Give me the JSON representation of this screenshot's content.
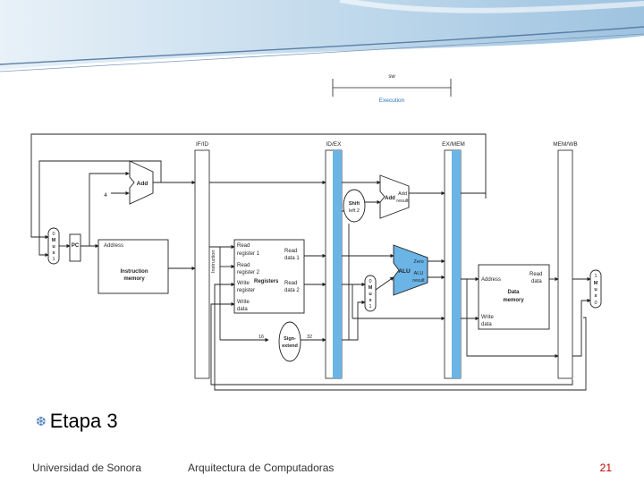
{
  "diagram": {
    "stage_top": "sw",
    "stage_name": "Execution",
    "registers": {
      "ifid": "IF/ID",
      "idex": "ID/EX",
      "exmem": "EX/MEM",
      "memwb": "MEM/WB"
    },
    "add_top": "Add",
    "const_four": "4",
    "mux_left": [
      "0",
      "M",
      "u",
      "x",
      "1"
    ],
    "pc": "PC",
    "instr_mem": {
      "address": "Address",
      "line1": "Instruction",
      "line2": "memory"
    },
    "instruction_vertical": "Instruction",
    "regfile": {
      "read_reg1_a": "Read",
      "read_reg1_b": "register 1",
      "read_reg2_a": "Read",
      "read_reg2_b": "register 2",
      "write_reg_a": "Write",
      "write_reg_b": "register",
      "write_data_a": "Write",
      "write_data_b": "data",
      "read_data1_a": "Read",
      "read_data1_b": "data 1",
      "read_data2_a": "Read",
      "read_data2_b": "data 2",
      "title": "Registers"
    },
    "sign_extend": {
      "in_bits": "16",
      "out_bits": "32",
      "line1": "Sign-",
      "line2": "extend"
    },
    "shift": {
      "line1": "Shift",
      "line2": "left 2"
    },
    "add_result": {
      "add": "Add",
      "line1": "Add",
      "line2": "result"
    },
    "mux_alu": [
      "0",
      "M",
      "u",
      "x",
      "1"
    ],
    "alu": {
      "name": "ALU",
      "zero": "Zero",
      "result1": "ALU",
      "result2": "result"
    },
    "data_mem": {
      "address": "Address",
      "read_a": "Read",
      "read_b": "data",
      "title1": "Data",
      "title2": "memory",
      "write_a": "Write",
      "write_b": "data"
    },
    "mux_right": [
      "1",
      "M",
      "u",
      "x",
      "0"
    ]
  },
  "slide": {
    "bullet": "Etapa 3",
    "footer_left": "Universidad de Sonora",
    "footer_center": "Arquitectura de Computadoras",
    "page_number": "21"
  }
}
